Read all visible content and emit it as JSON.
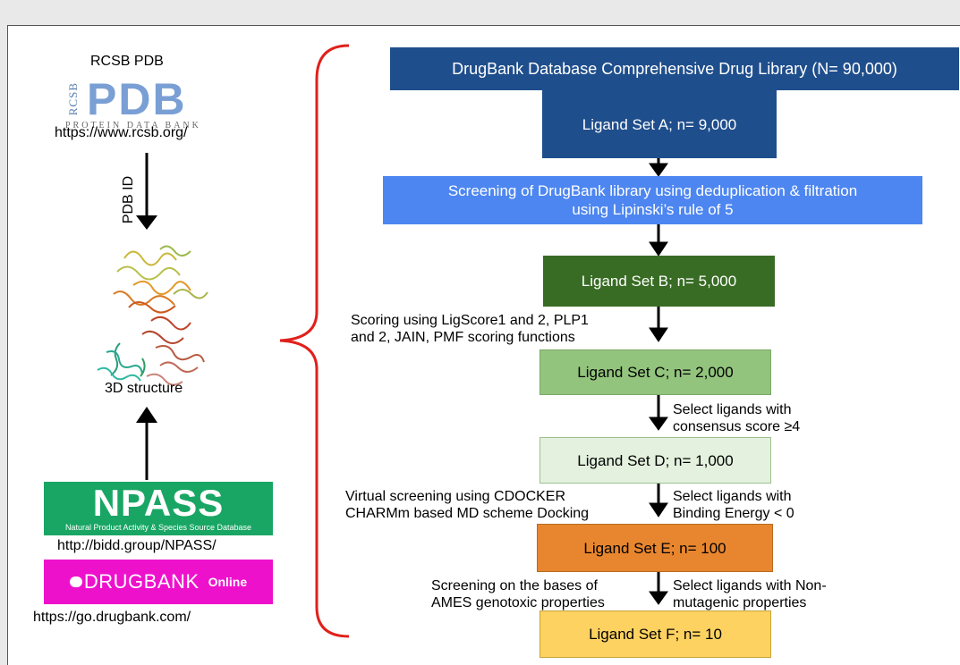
{
  "left": {
    "rcsb_label": "RCSB PDB",
    "pdb_logo": {
      "small": "RCSB",
      "big": "PDB",
      "sub": "PROTEIN DATA BANK"
    },
    "rcsb_url": "https://www.rcsb.org/",
    "pdb_id_label": "PDB ID",
    "structure_label": "3D structure",
    "npass_logo": {
      "big": "NPASS",
      "sub": "Natural Product Activity & Species Source Database"
    },
    "npass_url": "http://bidd.group/NPASS/",
    "drugbank_logo": {
      "big": "DRUGBANK",
      "small": "Online"
    },
    "drugbank_url": "https://go.drugbank.com/"
  },
  "flow": {
    "top_box": "DrugBank Database Comprehensive Drug Library (N= 90,000)",
    "set_a": "Ligand Set A; n= 9,000",
    "screening_line1": "Screening of DrugBank library using deduplication & filtration",
    "screening_line2": "using Lipinski’s rule of 5",
    "set_b": "Ligand Set B; n= 5,000",
    "scoring_line1": "Scoring using LigScore1 and 2, PLP1",
    "scoring_line2": "and 2, JAIN, PMF scoring functions",
    "set_c": "Ligand Set C; n= 2,000",
    "consensus_line1": "Select ligands with",
    "consensus_line2": "consensus score ≥4",
    "set_d": "Ligand Set D; n= 1,000",
    "vs_line1": "Virtual screening using CDOCKER",
    "vs_line2": "CHARMm based MD scheme Docking",
    "binding_line1": "Select ligands with",
    "binding_line2": "Binding Energy < 0",
    "set_e": "Ligand Set E; n= 100",
    "ames_line1": "Screening on the bases of",
    "ames_line2": "AMES genotoxic properties",
    "nonmut_line1": "Select ligands with Non-",
    "nonmut_line2": "mutagenic properties",
    "set_f": "Ligand Set F; n= 10"
  },
  "colors": {
    "drugbank_blue": "#1f4e8c",
    "screening_blue": "#4d86f0",
    "set_b_green": "#386c24",
    "set_c_green": "#93c47d",
    "set_d_green": "#e4f1de",
    "set_e_orange": "#e8862f",
    "set_f_yellow": "#fdd260",
    "bracket_red": "#e0201b",
    "npass_green": "#19a664",
    "drugbank_magenta": "#ee11cc"
  }
}
